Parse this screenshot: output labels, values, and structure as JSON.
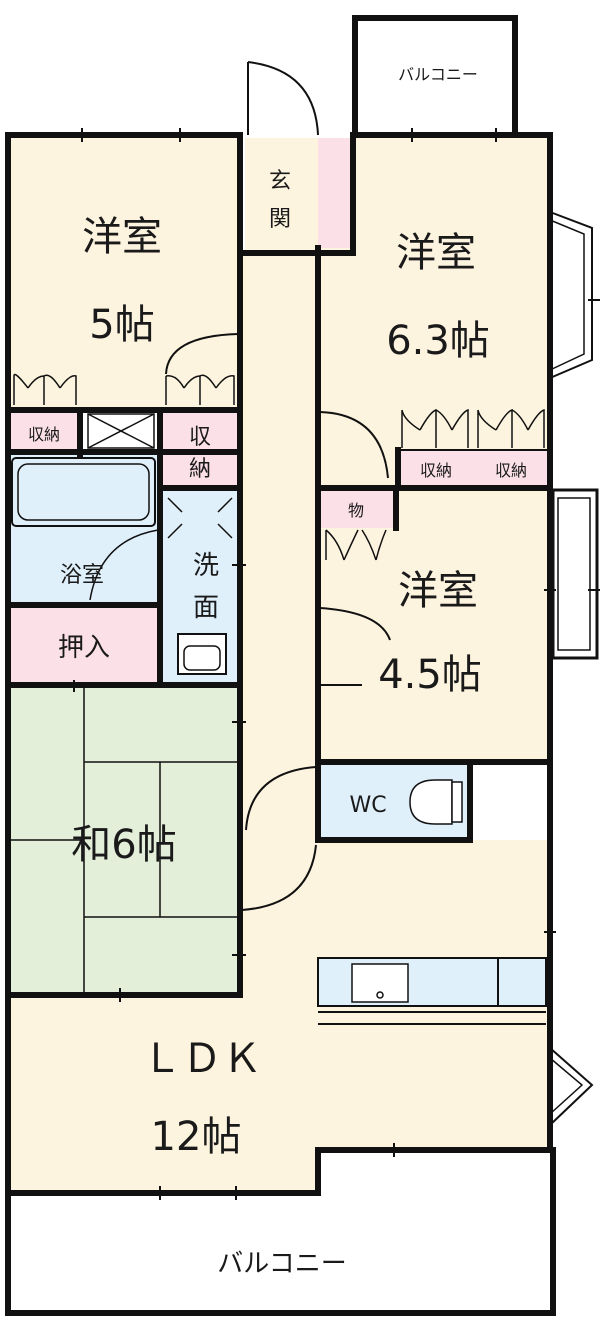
{
  "rooms": {
    "western_5": {
      "name": "洋室",
      "size": "5帖"
    },
    "western_63": {
      "name": "洋室",
      "size": "6.3帖"
    },
    "western_45": {
      "name": "洋室",
      "size": "4.5帖"
    },
    "japanese_6": {
      "name": "和6帖"
    },
    "ldk": {
      "name": "ＬＤＫ",
      "size": "12帖"
    },
    "entrance": {
      "line1": "玄",
      "line2": "関"
    },
    "bath": {
      "name": "浴室"
    },
    "washroom": {
      "line1": "洗",
      "line2": "面"
    },
    "toilet": {
      "name": "WC"
    },
    "oshiire": {
      "name": "押入"
    },
    "closet_a": {
      "name": "収納"
    },
    "closet_b": {
      "line1": "収",
      "line2": "納"
    },
    "closet_c": {
      "name": "収納"
    },
    "closet_d": {
      "name": "収納"
    },
    "storage": {
      "name": "物"
    },
    "balcony_top": {
      "name": "バルコニー"
    },
    "balcony_bottom": {
      "name": "バルコニー"
    }
  },
  "colors": {
    "room": "#fdf4df",
    "wet": "#dff0fb",
    "storage": "#fbe0e8",
    "tatami": "#e3efd9",
    "wall": "#111111"
  }
}
